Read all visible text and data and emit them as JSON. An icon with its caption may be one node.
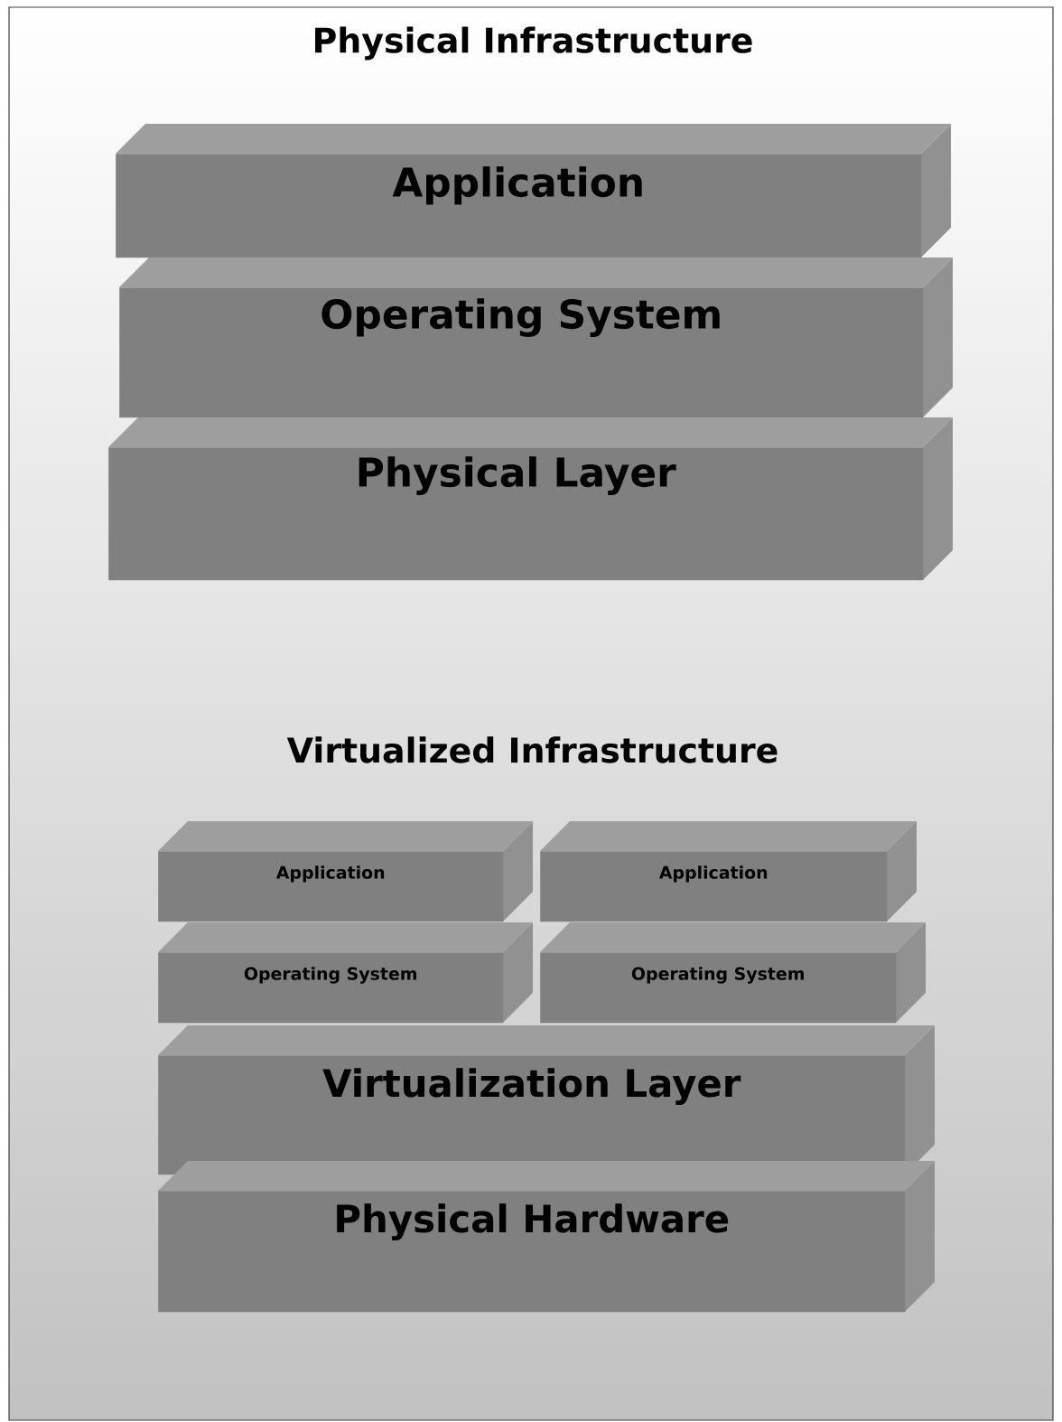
{
  "diagram": {
    "nodes": [
      {
        "text": [
          "Application"
        ]
      },
      {
        "text": [
          "Operating System"
        ]
      },
      {
        "text": [
          "Physical Layer"
        ]
      },
      {
        "text": [
          "Application"
        ]
      },
      {
        "text": [
          "Application"
        ]
      },
      {
        "text": [
          "Operating System"
        ]
      },
      {
        "text": [
          "Operating System"
        ]
      },
      {
        "text": [
          "Virtualization Layer"
        ]
      },
      {
        "text": [
          "Physical Hardware"
        ]
      }
    ],
    "labels": [
      "Physical Infrastructure",
      "Virtualized Infrastructure"
    ]
  }
}
